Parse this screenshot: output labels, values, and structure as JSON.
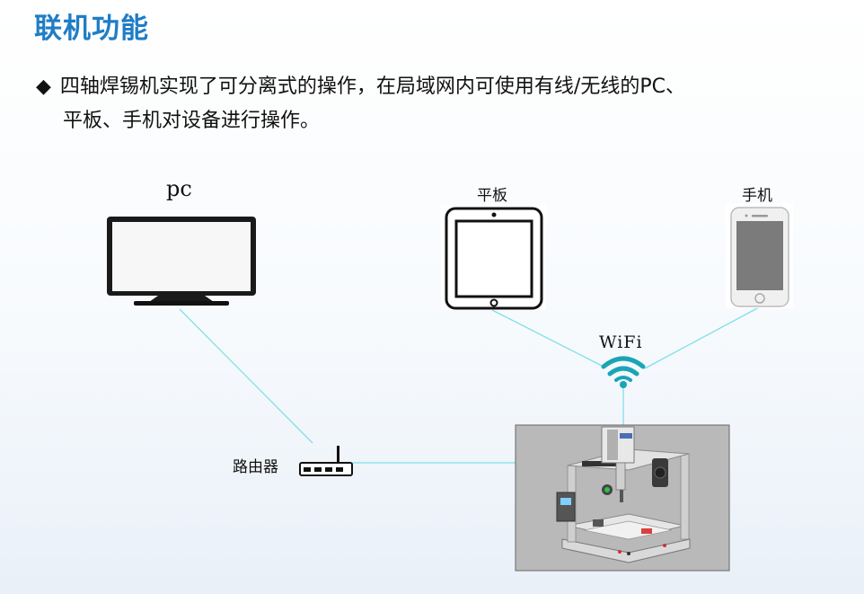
{
  "title": "联机功能",
  "description": {
    "bullet": "◆",
    "line1": "四轴焊锡机实现了可分离式的操作，在局域网内可使用有线/无线的PC、",
    "line2": "平板、手机对设备进行操作。"
  },
  "devices": {
    "pc_label": "pc",
    "tablet_label": "平板",
    "phone_label": "手机",
    "wifi_label": "WiFi",
    "router_label": "路由器"
  },
  "colors": {
    "title": "#1f7dc6",
    "connection_line": "#7fe0ea",
    "wifi": "#1aa5b5"
  }
}
